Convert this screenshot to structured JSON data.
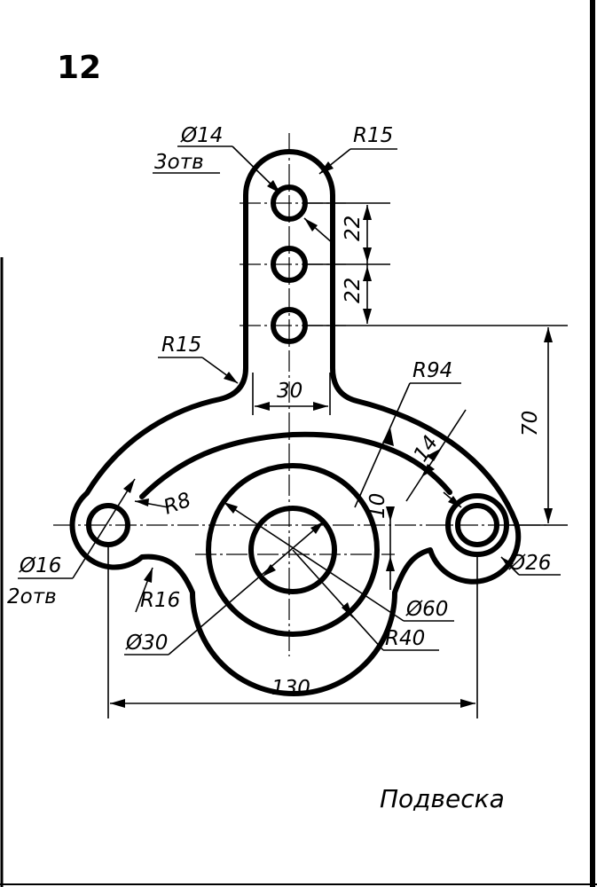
{
  "sheet_number": "12",
  "title": "Подвеска",
  "dimensions": {
    "hole_dia_14": "Ø14",
    "hole_count_3": "3отв",
    "top_radius": "R15",
    "spacing_1": "22",
    "spacing_2": "22",
    "fillet_radius": "R15",
    "neck_width": "30",
    "arc_radius": "R94",
    "height_70": "70",
    "rib_width": "14",
    "offset_10": "10",
    "inner_radius_r8": "R8",
    "hole_dia_16": "Ø16",
    "hole_count_2": "2отв",
    "boss_dia_26": "Ø26",
    "radius_r16": "R16",
    "dia_60": "Ø60",
    "dia_30": "Ø30",
    "radius_r40": "R40",
    "overall_130": "130"
  }
}
